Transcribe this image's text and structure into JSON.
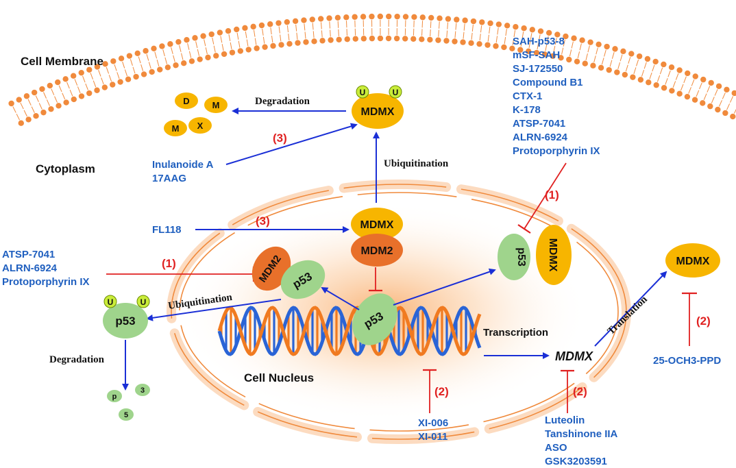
{
  "labels": {
    "cell_membrane": "Cell Membrane",
    "cytoplasm": "Cytoplasm",
    "cell_nucleus": "Cell Nucleus",
    "degradation_top": "Degradation",
    "degradation_left": "Degradation",
    "ubiquitination_top": "Ubiquitination",
    "ubiquitination_left": "Ubiquitination",
    "transcription": "Transcription",
    "translation": "Translation",
    "mdmx_gene": "MDMX"
  },
  "proteins": {
    "mdmx_top": "MDMX",
    "mdmx_complex": "MDMX",
    "mdm2_complex": "MDM2",
    "mdm2_left": "MDM2",
    "p53_left_complex": "p53",
    "p53_center": "p53",
    "p53_ub": "p53",
    "p53_right": "p53",
    "mdmx_right_complex": "MDMX",
    "mdmx_right": "MDMX",
    "ub": "U",
    "frag_d": "D",
    "frag_m1": "M",
    "frag_m2": "M",
    "frag_x": "X",
    "frag_p": "p",
    "frag_3": "3",
    "frag_5": "5"
  },
  "markers": {
    "m3_top": "(3)",
    "m3_mid": "(3)",
    "m1_left": "(1)",
    "m1_right": "(1)",
    "m2_right": "(2)",
    "m2_center": "(2)",
    "m2_mid": "(2)"
  },
  "drugs": {
    "group1_right": [
      "SAH-p53-8",
      "mSF-SAH",
      "SJ-172550",
      "Compound B1",
      "CTX-1",
      "K-178",
      "ATSP-7041",
      "ALRN-6924",
      "Protoporphyrin IX"
    ],
    "group1_left": [
      "ATSP-7041",
      "ALRN-6924",
      "Protoporphyrin IX"
    ],
    "group3_top": [
      "Inulanoide A",
      "17AAG"
    ],
    "group3_mid": [
      "FL118"
    ],
    "group2_right": [
      "25-OCH3-PPD"
    ],
    "group2_center": [
      "XI-006",
      "XI-011"
    ],
    "group2_mid": [
      "Luteolin",
      "Tanshinone IIA",
      "ASO",
      "GSK3203591"
    ]
  },
  "colors": {
    "blue_text": "#1f5fbf",
    "red_text": "#e02020",
    "arrow_blue": "#1a2fd6",
    "inhibit_red": "#e02020",
    "mdmx_fill": "#f7b500",
    "mdm2_fill": "#e8702a",
    "p53_fill": "#9fd48c",
    "membrane": "#f08a3c",
    "dna_blue": "#2a64d6",
    "dna_orange": "#f07a20"
  }
}
